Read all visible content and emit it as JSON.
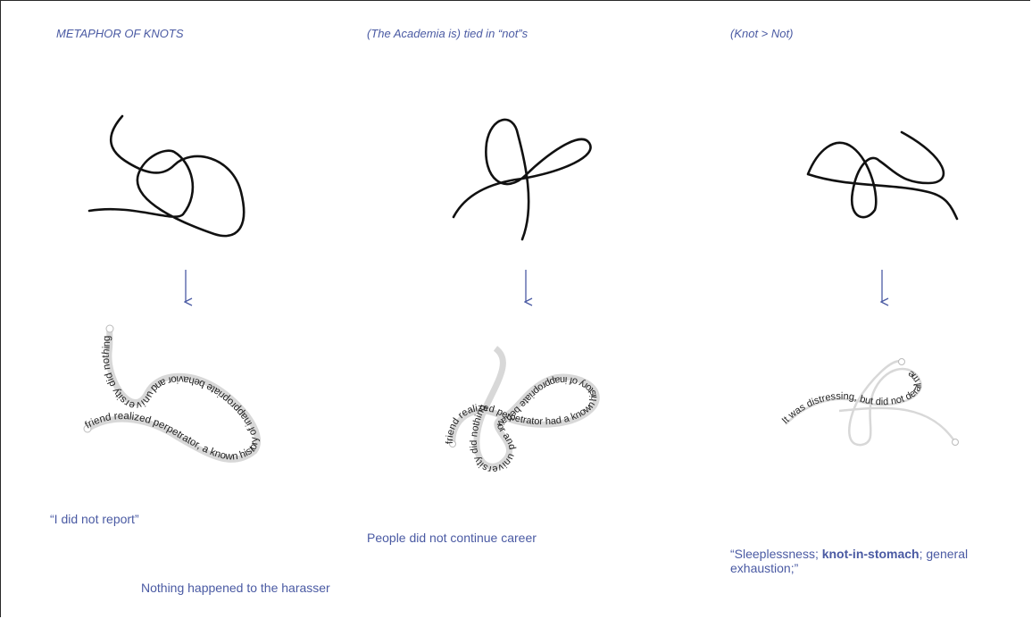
{
  "columns": [
    {
      "title": "METAPHOR OF KNOTS",
      "curve_text": "friend realized perpetrator, a known history of inappropriate behavior and university did nothing",
      "captions": [
        "“I did not report”",
        "Nothing happened to the harasser"
      ]
    },
    {
      "title": "(The Academia is) tied in “not”s",
      "curve_text": "friend realized perpetrator had a known history of inappropriate behavior and university did nothing",
      "captions": [
        "People did not continue career"
      ]
    },
    {
      "title": "(Knot > Not)",
      "curve_text": "It was distressing, but did not derail me",
      "caption_parts": {
        "before": "“Sleeplessness; ",
        "bold": "knot-in-stomach",
        "after": "; general exhaustion;”"
      }
    }
  ],
  "colors": {
    "accent": "#4a5aa3",
    "knot_stroke": "#111111",
    "text_path_stroke": "#d8d8d8",
    "text": "#222222"
  }
}
